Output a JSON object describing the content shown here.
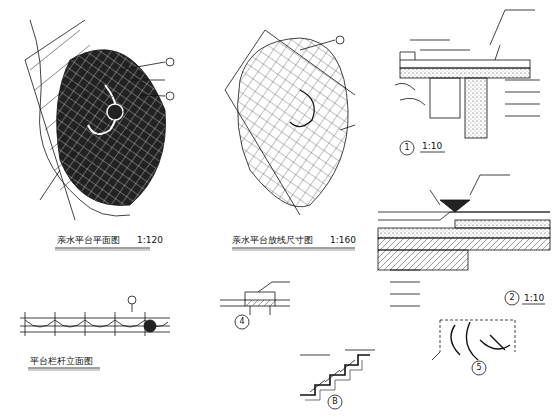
{
  "diagram": {
    "labels": [
      "亲水平台平面图",
      "1:120",
      "亲水平台放线尺寸图",
      "1:160",
      "1",
      "1:10",
      "2",
      "1:10",
      "平台栏杆立面图",
      "4",
      "B",
      "5"
    ]
  }
}
